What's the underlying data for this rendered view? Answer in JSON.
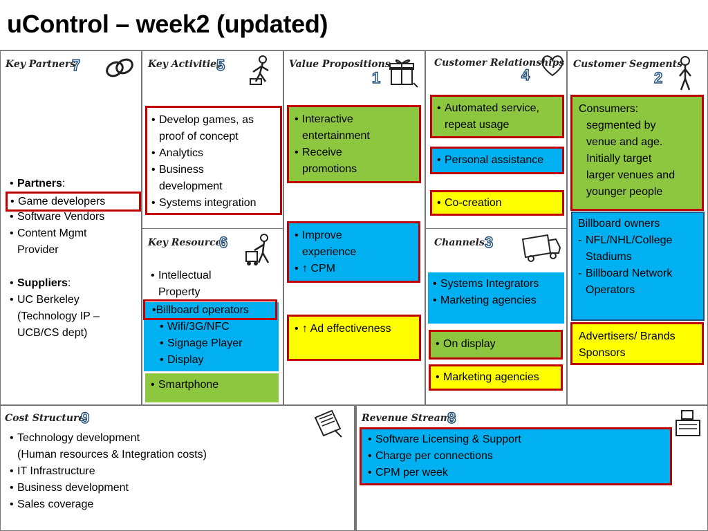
{
  "title": "uControl – week2 (updated)",
  "key_partners": {
    "header": "Key Partners",
    "number": "7",
    "partners_label": "Partners",
    "items_a": [
      "Game developers",
      "Software Vendors",
      "Content Mgmt",
      "Provider"
    ],
    "suppliers_label": "Suppliers",
    "items_b": [
      "UC Berkeley",
      "(Technology IP –",
      "UCB/CS dept)"
    ]
  },
  "key_activities": {
    "header": "Key Activities",
    "number": "5",
    "lines": [
      "Develop games, as",
      "proof of concept",
      "Analytics",
      "Business",
      "development",
      "Systems integration"
    ]
  },
  "key_resources": {
    "header": "Key Resources",
    "number": "6",
    "lines": [
      "Intellectual",
      "Property"
    ],
    "billboard": "•Billboard operators",
    "sub": [
      "Wifi/3G/NFC",
      "Signage Player",
      "Display"
    ],
    "smartphone": "Smartphone"
  },
  "value_propositions": {
    "header": "Value Propositions",
    "number": "1",
    "box1": [
      "Interactive",
      "entertainment",
      "Receive",
      "promotions"
    ],
    "box2": [
      "Improve",
      "experience",
      "↑ CPM"
    ],
    "box3": "↑ Ad effectiveness"
  },
  "customer_relationships": {
    "header": "Customer Relationships",
    "number": "4",
    "box1": [
      "Automated service,",
      "repeat usage"
    ],
    "box2": "Personal assistance",
    "box3": "Co-creation"
  },
  "channels": {
    "header": "Channels",
    "number": "3",
    "box1": [
      "Systems Integrators",
      "Marketing agencies"
    ],
    "box2": "On display",
    "box3": "Marketing agencies"
  },
  "customer_segments": {
    "header": "Customer Segments",
    "number": "2",
    "box1": [
      "Consumers:",
      "segmented by",
      "venue and age.",
      "Initially target",
      "larger venues and",
      "younger people"
    ],
    "box2_title": "Billboard owners",
    "box2": [
      "NFL/NHL/College",
      "Stadiums",
      "Billboard Network",
      "Operators"
    ],
    "box3": [
      "Advertisers/ Brands",
      "Sponsors"
    ]
  },
  "cost_structure": {
    "header": "Cost Structure",
    "number": "9",
    "lines": [
      "Technology development",
      "(Human resources & Integration costs)",
      "IT Infrastructure",
      "Business development",
      "Sales coverage"
    ]
  },
  "revenue_streams": {
    "header": "Revenue Streams",
    "number": "8",
    "lines": [
      "Software Licensing & Support",
      "Charge per connections",
      "CPM per week"
    ]
  }
}
